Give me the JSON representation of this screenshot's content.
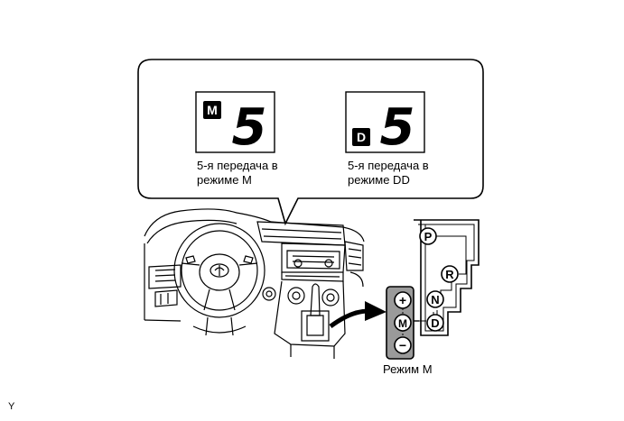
{
  "callout": {
    "left_display": {
      "mode_letter": "M",
      "gear_digit": "5",
      "caption_line1": "5-я передача в",
      "caption_line2": "режиме М"
    },
    "right_display": {
      "mode_letter": "D",
      "gear_digit": "5",
      "caption_line1": "5-я передача в",
      "caption_line2": "режиме DD"
    }
  },
  "shift_gate": {
    "positions": [
      "P",
      "R",
      "N",
      "D"
    ],
    "m_gate": [
      "+",
      "M",
      "−"
    ],
    "caption": "Режим М"
  },
  "corner_mark": "Y",
  "colors": {
    "line": "#000000",
    "m_gate_fill": "#9a9a9a",
    "background": "#ffffff"
  }
}
